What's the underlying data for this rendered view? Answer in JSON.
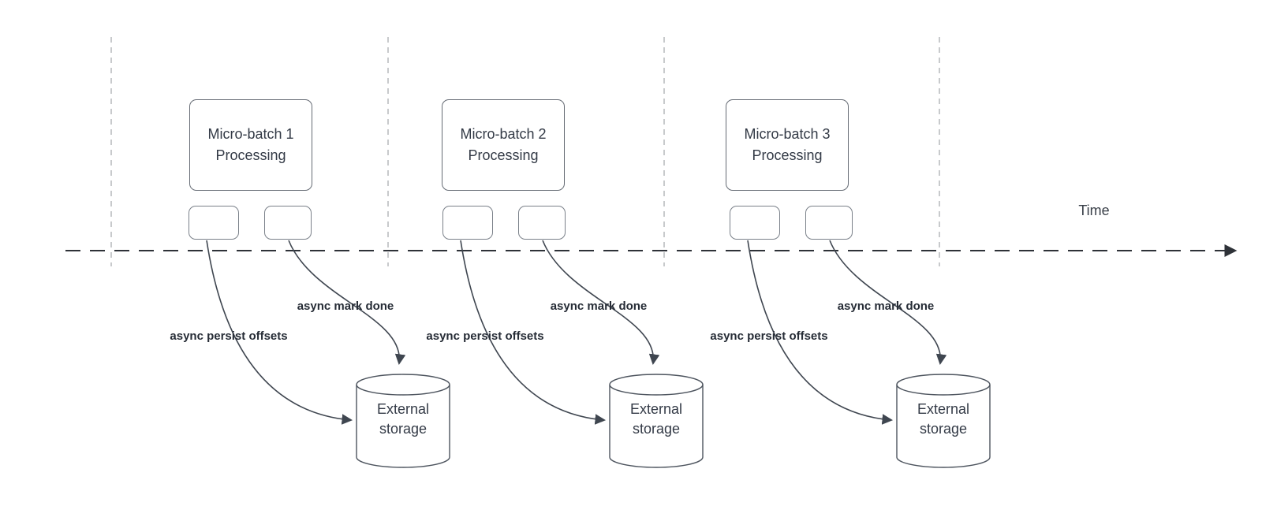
{
  "diagram": {
    "title_semantic": "micro-batch asynchronous checkpointing over time",
    "timeline": {
      "label": "Time"
    },
    "colors": {
      "background": "#ffffff",
      "curve_stroke": "#3f4650",
      "timeline_stroke": "#2e3238",
      "interval_line_stroke": "#b5b8bc",
      "box_border": "#656b74",
      "cylinder_border": "#4d545e",
      "text": "#333a46",
      "label_text": "#262c36"
    },
    "groups": [
      {
        "title_line1": "Micro-batch 1",
        "title_line2": "Processing",
        "persist_label": "async persist offsets",
        "done_label": "async mark done",
        "storage_line1": "External",
        "storage_line2": "storage"
      },
      {
        "title_line1": "Micro-batch 2",
        "title_line2": "Processing",
        "persist_label": "async persist offsets",
        "done_label": "async mark done",
        "storage_line1": "External",
        "storage_line2": "storage"
      },
      {
        "title_line1": "Micro-batch 3",
        "title_line2": "Processing",
        "persist_label": "async persist offsets",
        "done_label": "async mark done",
        "storage_line1": "External",
        "storage_line2": "storage"
      }
    ]
  }
}
